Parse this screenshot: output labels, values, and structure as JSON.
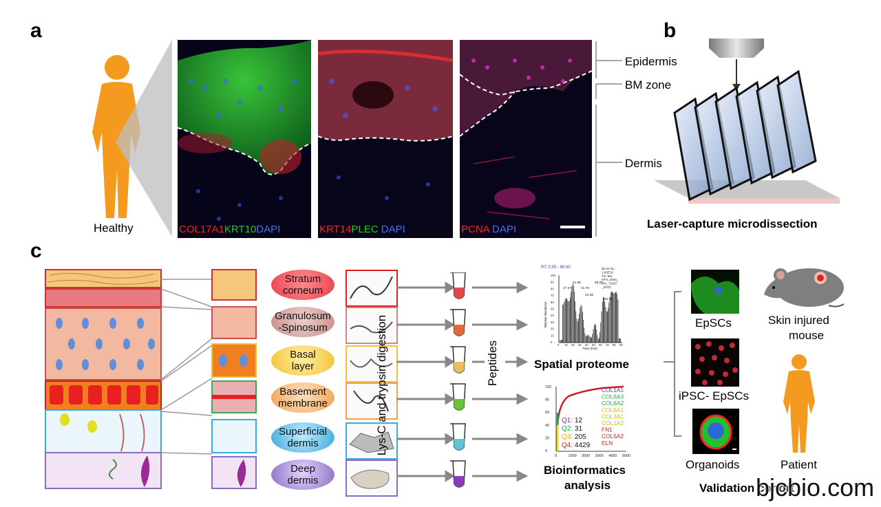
{
  "panels": {
    "a": "a",
    "b": "b",
    "c": "c"
  },
  "panel_a": {
    "figure_label": "Healthy",
    "images": [
      {
        "label_parts": [
          {
            "text": "COL17A1",
            "color": "#ff2020"
          },
          {
            "text": "KRT10",
            "color": "#22cc22"
          },
          {
            "text": "DAPI",
            "color": "#4a6cff"
          }
        ]
      },
      {
        "label_parts": [
          {
            "text": "KRT14",
            "color": "#ff2020"
          },
          {
            "text": "PLEC ",
            "color": "#22cc22"
          },
          {
            "text": "DAPI",
            "color": "#4a6cff"
          }
        ]
      },
      {
        "label_parts": [
          {
            "text": "PCNA ",
            "color": "#ff2020"
          },
          {
            "text": "DAPI",
            "color": "#4a6cff"
          }
        ]
      }
    ],
    "layers": {
      "epidermis": "Epidermis",
      "bm_zone": "BM zone",
      "dermis": "Dermis"
    }
  },
  "panel_b": {
    "caption": "Laser-capture microdissection"
  },
  "panel_c": {
    "layers": [
      {
        "line1": "Stratum",
        "line2": "corneum",
        "color": "#e8505a"
      },
      {
        "line1": "Granulosum",
        "line2": "-Spinosum",
        "color": "#c98a86"
      },
      {
        "line1": "Basal",
        "line2": "layer",
        "color": "#f2c035"
      },
      {
        "line1": "Basement",
        "line2": "membrane",
        "color": "#f0a050"
      },
      {
        "line1": "Superficial",
        "line2": "dermis",
        "color": "#3aa8d8"
      },
      {
        "line1": "Deep",
        "line2": "dermis",
        "color": "#8a6cc0"
      }
    ],
    "digestion": "Lys-C and trypsin digestion",
    "peptides": "Peptides",
    "tube_colors": [
      "#e24a4a",
      "#e06a3a",
      "#e8c060",
      "#6abf3c",
      "#5fc4d8",
      "#8a3cc0"
    ],
    "spatial_title": "Spatial proteome",
    "bioinfo_line1": "Bioinformatics",
    "bioinfo_line2": "analysis",
    "ms": {
      "header": "RT: 0.00 - 90.00",
      "annotation": [
        "88.32 NL:",
        "1.93E10",
        "TIC MS",
        "HFX_2064_",
        "DIA_72567",
        "_2PZC"
      ],
      "peak_labels": [
        "21.86",
        "17.27",
        "31.78",
        "58.83",
        "44.36",
        "64.76"
      ],
      "ylabel": "Relative Abundance",
      "xlabel": "Time (min)",
      "yticks": [
        "100",
        "90",
        "80",
        "70",
        "60",
        "50",
        "40",
        "30",
        "20",
        "10",
        "0"
      ],
      "xticks": [
        "0",
        "10",
        "20",
        "30",
        "40",
        "50",
        "60",
        "70",
        "80",
        "90"
      ]
    },
    "cumulative": {
      "yticks": [
        "100",
        "80",
        "60",
        "40",
        "20",
        "0"
      ],
      "xticks": [
        "0",
        "1000",
        "2000",
        "3000",
        "4000",
        "5000"
      ],
      "quartiles": [
        {
          "label": "Q1:",
          "value": "12",
          "color": "#7a30a0"
        },
        {
          "label": "Q2:",
          "value": "31",
          "color": "#22a84a"
        },
        {
          "label": "Q3:",
          "value": "205",
          "color": "#d8b000"
        },
        {
          "label": "Q4:",
          "value": "4429",
          "color": "#c02020"
        }
      ],
      "proteins": [
        {
          "name": "COL1A1",
          "color": "#7a30a0"
        },
        {
          "name": "COL6A3",
          "color": "#22a84a"
        },
        {
          "name": "COL6A2",
          "color": "#22a84a"
        },
        {
          "name": "COL6A1",
          "color": "#c8c000"
        },
        {
          "name": "COL3A1",
          "color": "#c8c000"
        },
        {
          "name": "COL1A2",
          "color": "#c8c000"
        },
        {
          "name": "FN1",
          "color": "#c02020"
        },
        {
          "name": "COL5A2",
          "color": "#c02020"
        },
        {
          "name": "ELN",
          "color": "#c02020"
        }
      ]
    },
    "validation": {
      "epscs": "EpSCs",
      "ipsc": "iPSC- EpSCs",
      "organoids": "Organoids",
      "mouse_line1": "Skin injured",
      "mouse_line2": "mouse",
      "patient": "Patient",
      "title": "Validation",
      "title_rest": "cohort"
    }
  },
  "watermark": "bjcbio.com"
}
